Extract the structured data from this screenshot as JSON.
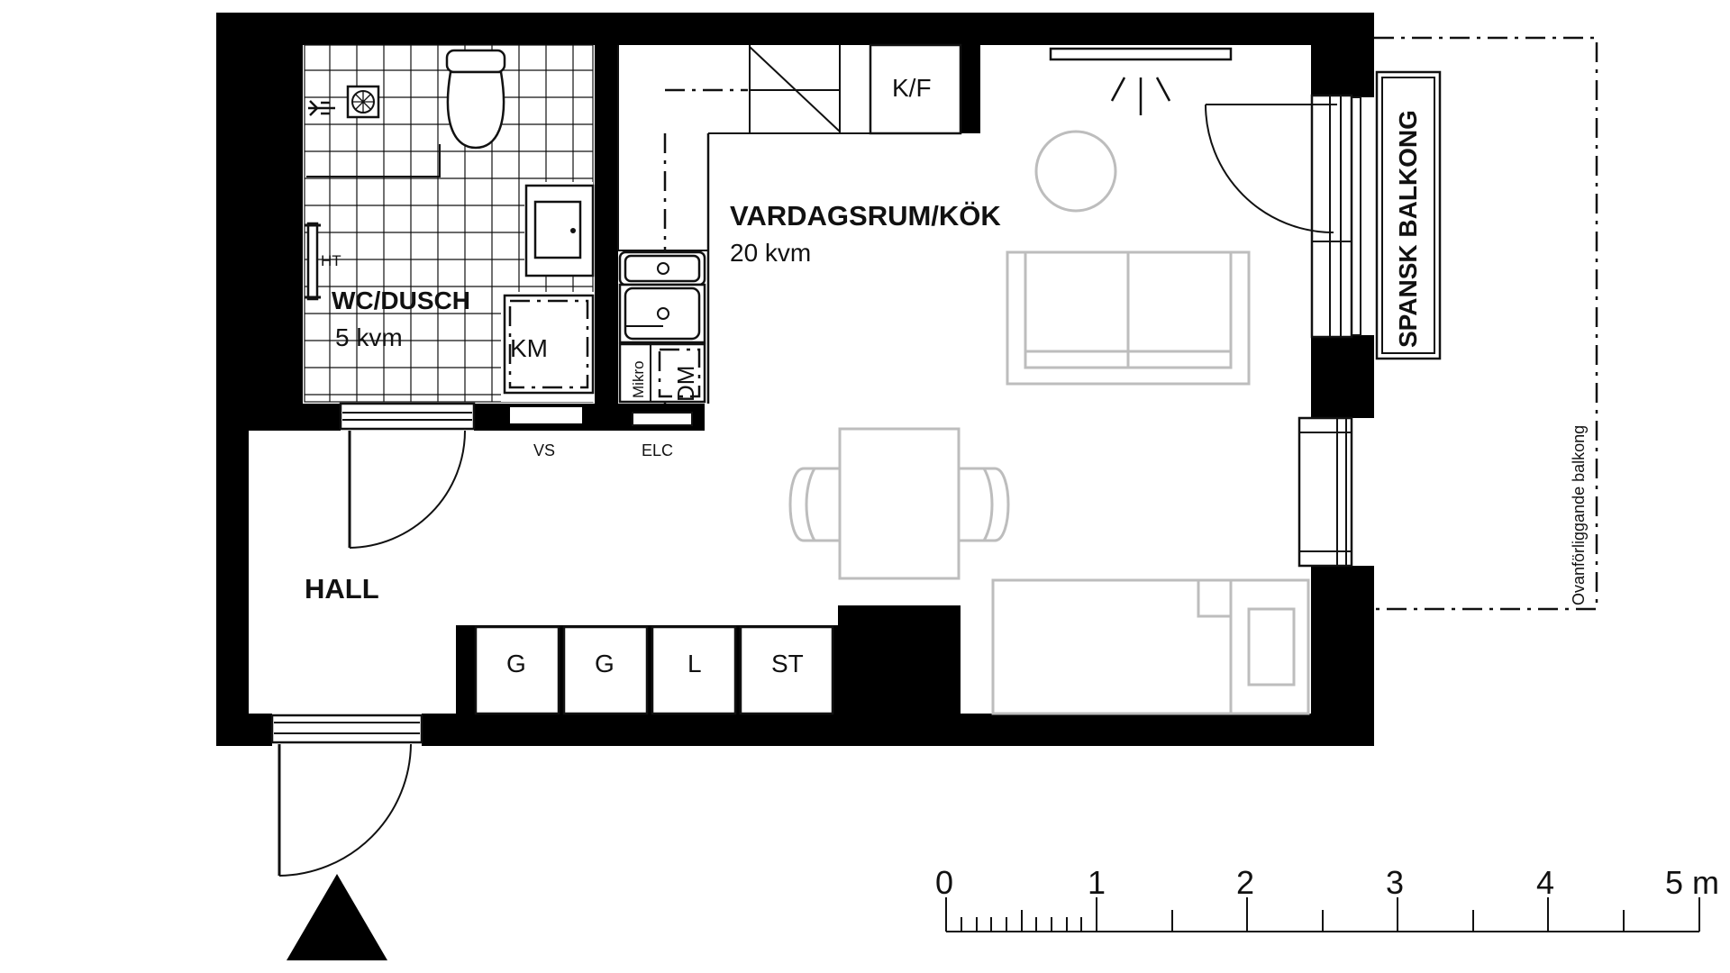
{
  "rooms": {
    "living": {
      "name": "VARDAGSRUM/KÖK",
      "area": "20 kvm"
    },
    "bath": {
      "name": "WC/DUSCH",
      "area": "5 kvm"
    },
    "hall": {
      "name": "HALL"
    }
  },
  "balcony": {
    "label": "SPANSK BALKONG",
    "above_note": "Ovanförliggande balkong"
  },
  "appliances": {
    "kf": "K/F",
    "km": "KM",
    "ht": "HT",
    "mikro": "Mikro",
    "dm": "DM",
    "vs": "VS",
    "elc": "ELC"
  },
  "wardrobes": [
    "G",
    "G",
    "L",
    "ST"
  ],
  "scale": {
    "ticks": [
      "0",
      "1",
      "2",
      "3",
      "4",
      "5 m"
    ]
  },
  "icons": {
    "entrance": "entrance-arrow-icon"
  },
  "colors": {
    "wall": "#000000",
    "furniture": "#bdbdbd",
    "line": "#111111"
  }
}
